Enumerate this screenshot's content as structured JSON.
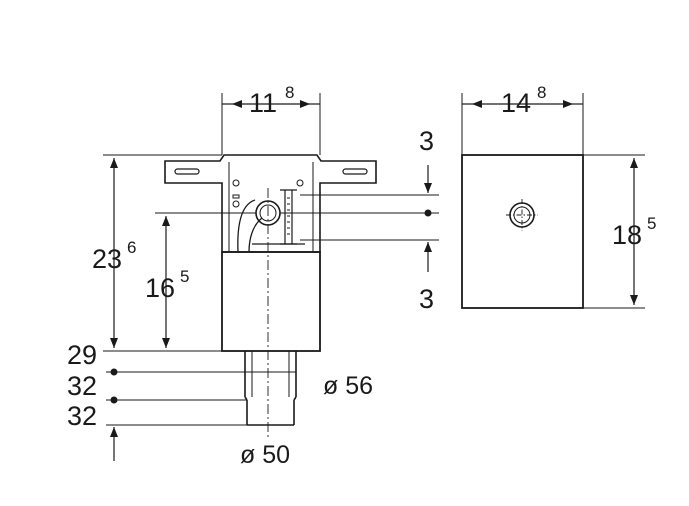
{
  "diagram": {
    "front_view": {
      "width_main": "11",
      "width_sup": "8",
      "height_total_main": "23",
      "height_total_sup": "6",
      "height_inner_main": "16",
      "height_inner_sup": "5",
      "offset_top": "3",
      "offset_bottom": "3",
      "drain_step_1": "29",
      "drain_step_2": "32",
      "drain_step_3": "32",
      "diameter_upper": "ø 56",
      "diameter_lower": "ø 50"
    },
    "cover_view": {
      "width_main": "14",
      "width_sup": "8",
      "height_main": "18",
      "height_sup": "5"
    }
  }
}
